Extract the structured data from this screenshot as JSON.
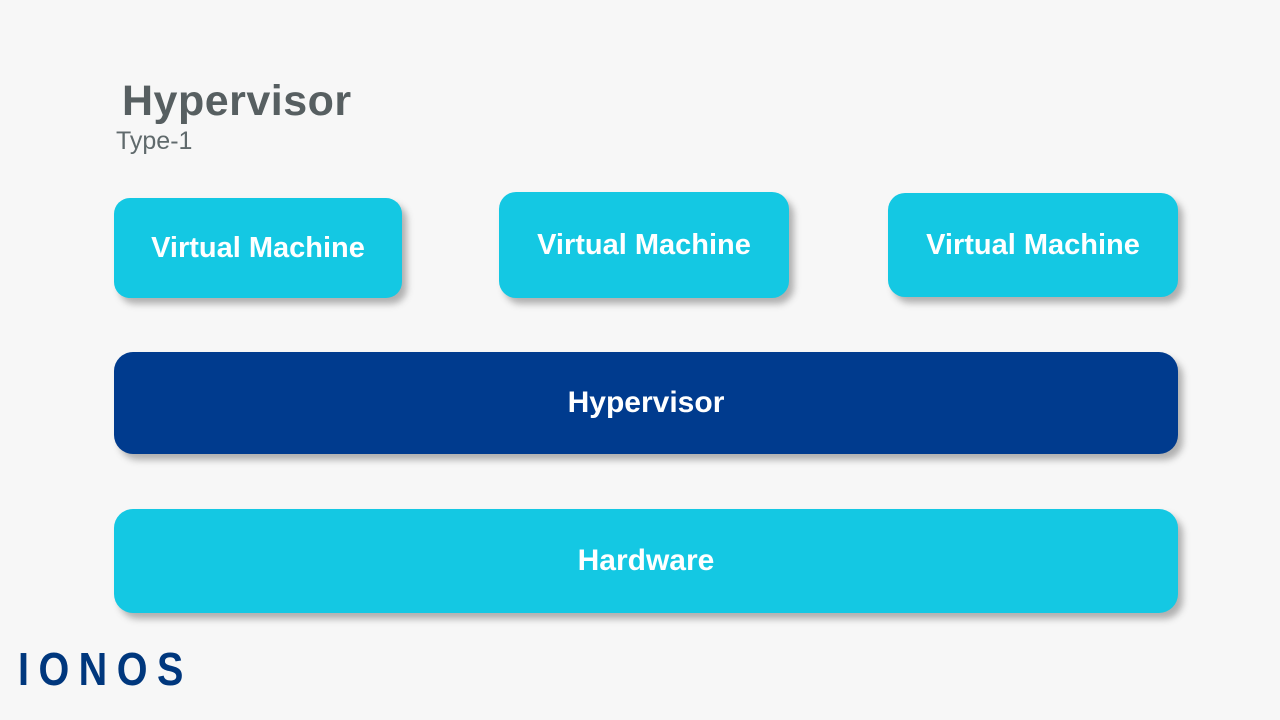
{
  "slide": {
    "background_color": "#f7f7f7",
    "title": "Hypervisor",
    "subtitle": "Type-1"
  },
  "colors": {
    "cyan": "#14c8e3",
    "navy": "#003b8e",
    "title_gray": "#575f61",
    "subtitle_gray": "#606a6c",
    "logo_blue": "#00377d",
    "box_text": "#ffffff"
  },
  "vm_row": {
    "boxes": [
      {
        "label": "Virtual Machine",
        "color": "#14c8e3"
      },
      {
        "label": "Virtual Machine",
        "color": "#14c8e3"
      },
      {
        "label": "Virtual Machine",
        "color": "#14c8e3"
      }
    ]
  },
  "layers": {
    "hypervisor": {
      "label": "Hypervisor",
      "color": "#003b8e"
    },
    "hardware": {
      "label": "Hardware",
      "color": "#14c8e3"
    }
  },
  "branding": {
    "logo_text": "IONOS"
  }
}
